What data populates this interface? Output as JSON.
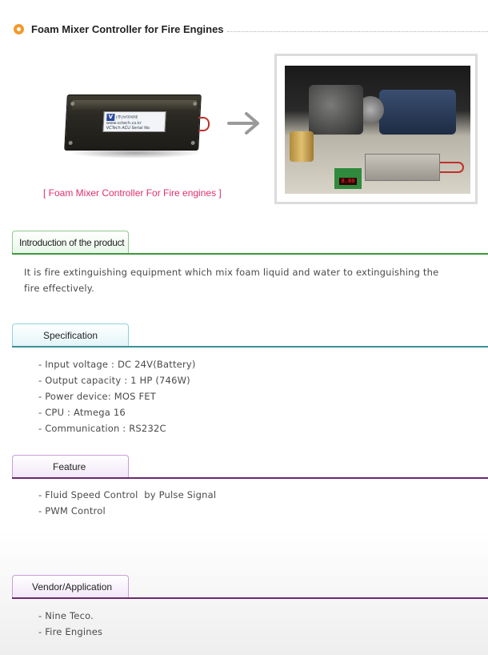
{
  "page": {
    "title": "Foam Mixer Controller for Fire Engines"
  },
  "product": {
    "caption": "[ Foam Mixer Controller For Fire engines ]",
    "label_brand": "(주)브이씨텍",
    "label_site": "www.vctech.co.kr",
    "label_model": "VCTech  ACU  Serial No",
    "label_logo": "V"
  },
  "photo": {
    "display_value": "8.80"
  },
  "sections": {
    "intro": {
      "tab_label": "Introduction of the product",
      "text": "It is fire extinguishing equipment which mix foam liquid and water to extinguishing the fire effectively."
    },
    "spec": {
      "tab_label": "Specification",
      "items": [
        "- Input voltage : DC 24V(Battery)",
        "- Output capacity : 1 HP (746W)",
        "- Power device: MOS FET",
        "- CPU : Atmega 16",
        "- Communication : RS232C"
      ]
    },
    "feature": {
      "tab_label": "Feature",
      "items": [
        "- Fluid Speed Control  by Pulse Signal",
        "- PWM Control"
      ]
    },
    "vendor": {
      "tab_label": "Vendor/Application",
      "items": [
        "- Nine Teco.",
        "- Fire Engines"
      ]
    }
  },
  "colors": {
    "title_bullet": "#f39a2b",
    "caption": "#e0306a",
    "intro_rule": "#3c9a3c",
    "spec_rule": "#3d8f98",
    "feature_rule": "#6a2a6e"
  }
}
